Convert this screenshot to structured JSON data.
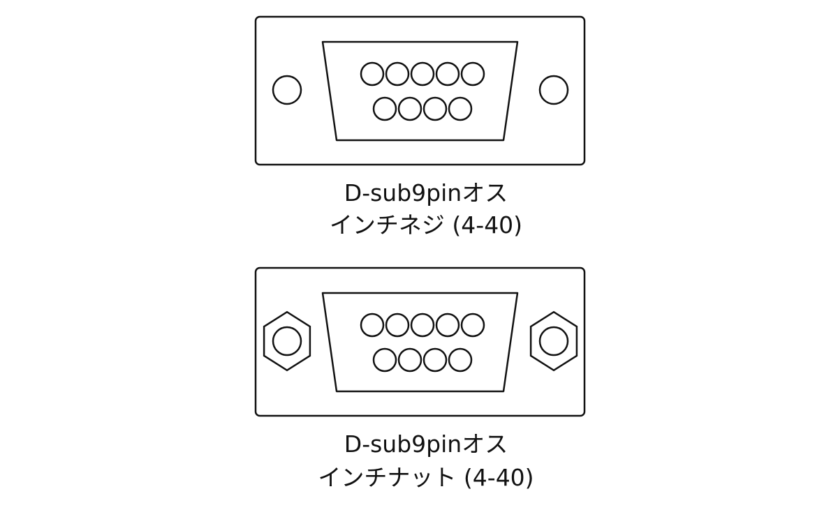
{
  "connectors": [
    {
      "line1": "D-sub9pinオス",
      "line2": "インチネジ (4-40)",
      "mount": "screw"
    },
    {
      "line1": "D-sub9pinオス",
      "line2": "インチナット (4-40)",
      "mount": "hex-nut"
    }
  ],
  "pins": 9,
  "colors": {
    "stroke": "#111111",
    "background": "#ffffff"
  }
}
